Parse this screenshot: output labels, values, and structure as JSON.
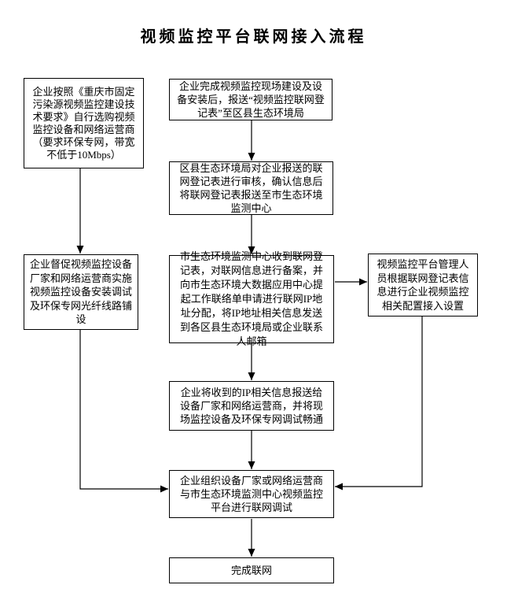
{
  "title": "视频监控平台联网接入流程",
  "colors": {
    "background": "#ffffff",
    "line": "#000000",
    "border": "#000000",
    "text": "#000000"
  },
  "flowchart": {
    "type": "flowchart",
    "nodes": {
      "left1": {
        "label": "企业按照《重庆市固定污染源视频监控建设技术要求》自行选购视频监控设备和网络运营商（要求环保专网，带宽不低于10Mbps）"
      },
      "center1": {
        "label": "企业完成视频监控现场建设及设备安装后，报送“视频监控联网登记表”至区县生态环境局"
      },
      "center2": {
        "label": "区县生态环境局对企业报送的联网登记表进行审核，确认信息后将联网登记表报送至市生态环境监测中心"
      },
      "left2": {
        "label": "企业督促视频监控设备厂家和网络运营商实施视频监控设备安装调试及环保专网光纤线路铺设"
      },
      "center3": {
        "label": "市生态环境监测中心收到联网登记表，对联网信息进行备案，并向市生态环境大数据应用中心提起工作联络单申请进行联网IP地址分配，将IP地址相关信息发送到各区县生态环境局或企业联系人邮箱"
      },
      "right1": {
        "label": "视频监控平台管理人员根据联网登记表信息进行企业视频监控相关配置接入设置"
      },
      "center4": {
        "label": "企业将收到的IP相关信息报送给设备厂家和网络运营商，并将现场监控设备及环保专网调试畅通"
      },
      "center5": {
        "label": "企业组织设备厂家或网络运营商与市生态环境监测中心视频监控平台进行联网调试"
      },
      "center6": {
        "label": "完成联网"
      }
    },
    "edges": [
      "left1 -> left2",
      "left2 -> center5",
      "center1 -> center2",
      "center2 -> center3",
      "center3 -> right1",
      "center3 -> center4",
      "center4 -> center5",
      "right1 -> center5",
      "center5 -> center6"
    ]
  }
}
